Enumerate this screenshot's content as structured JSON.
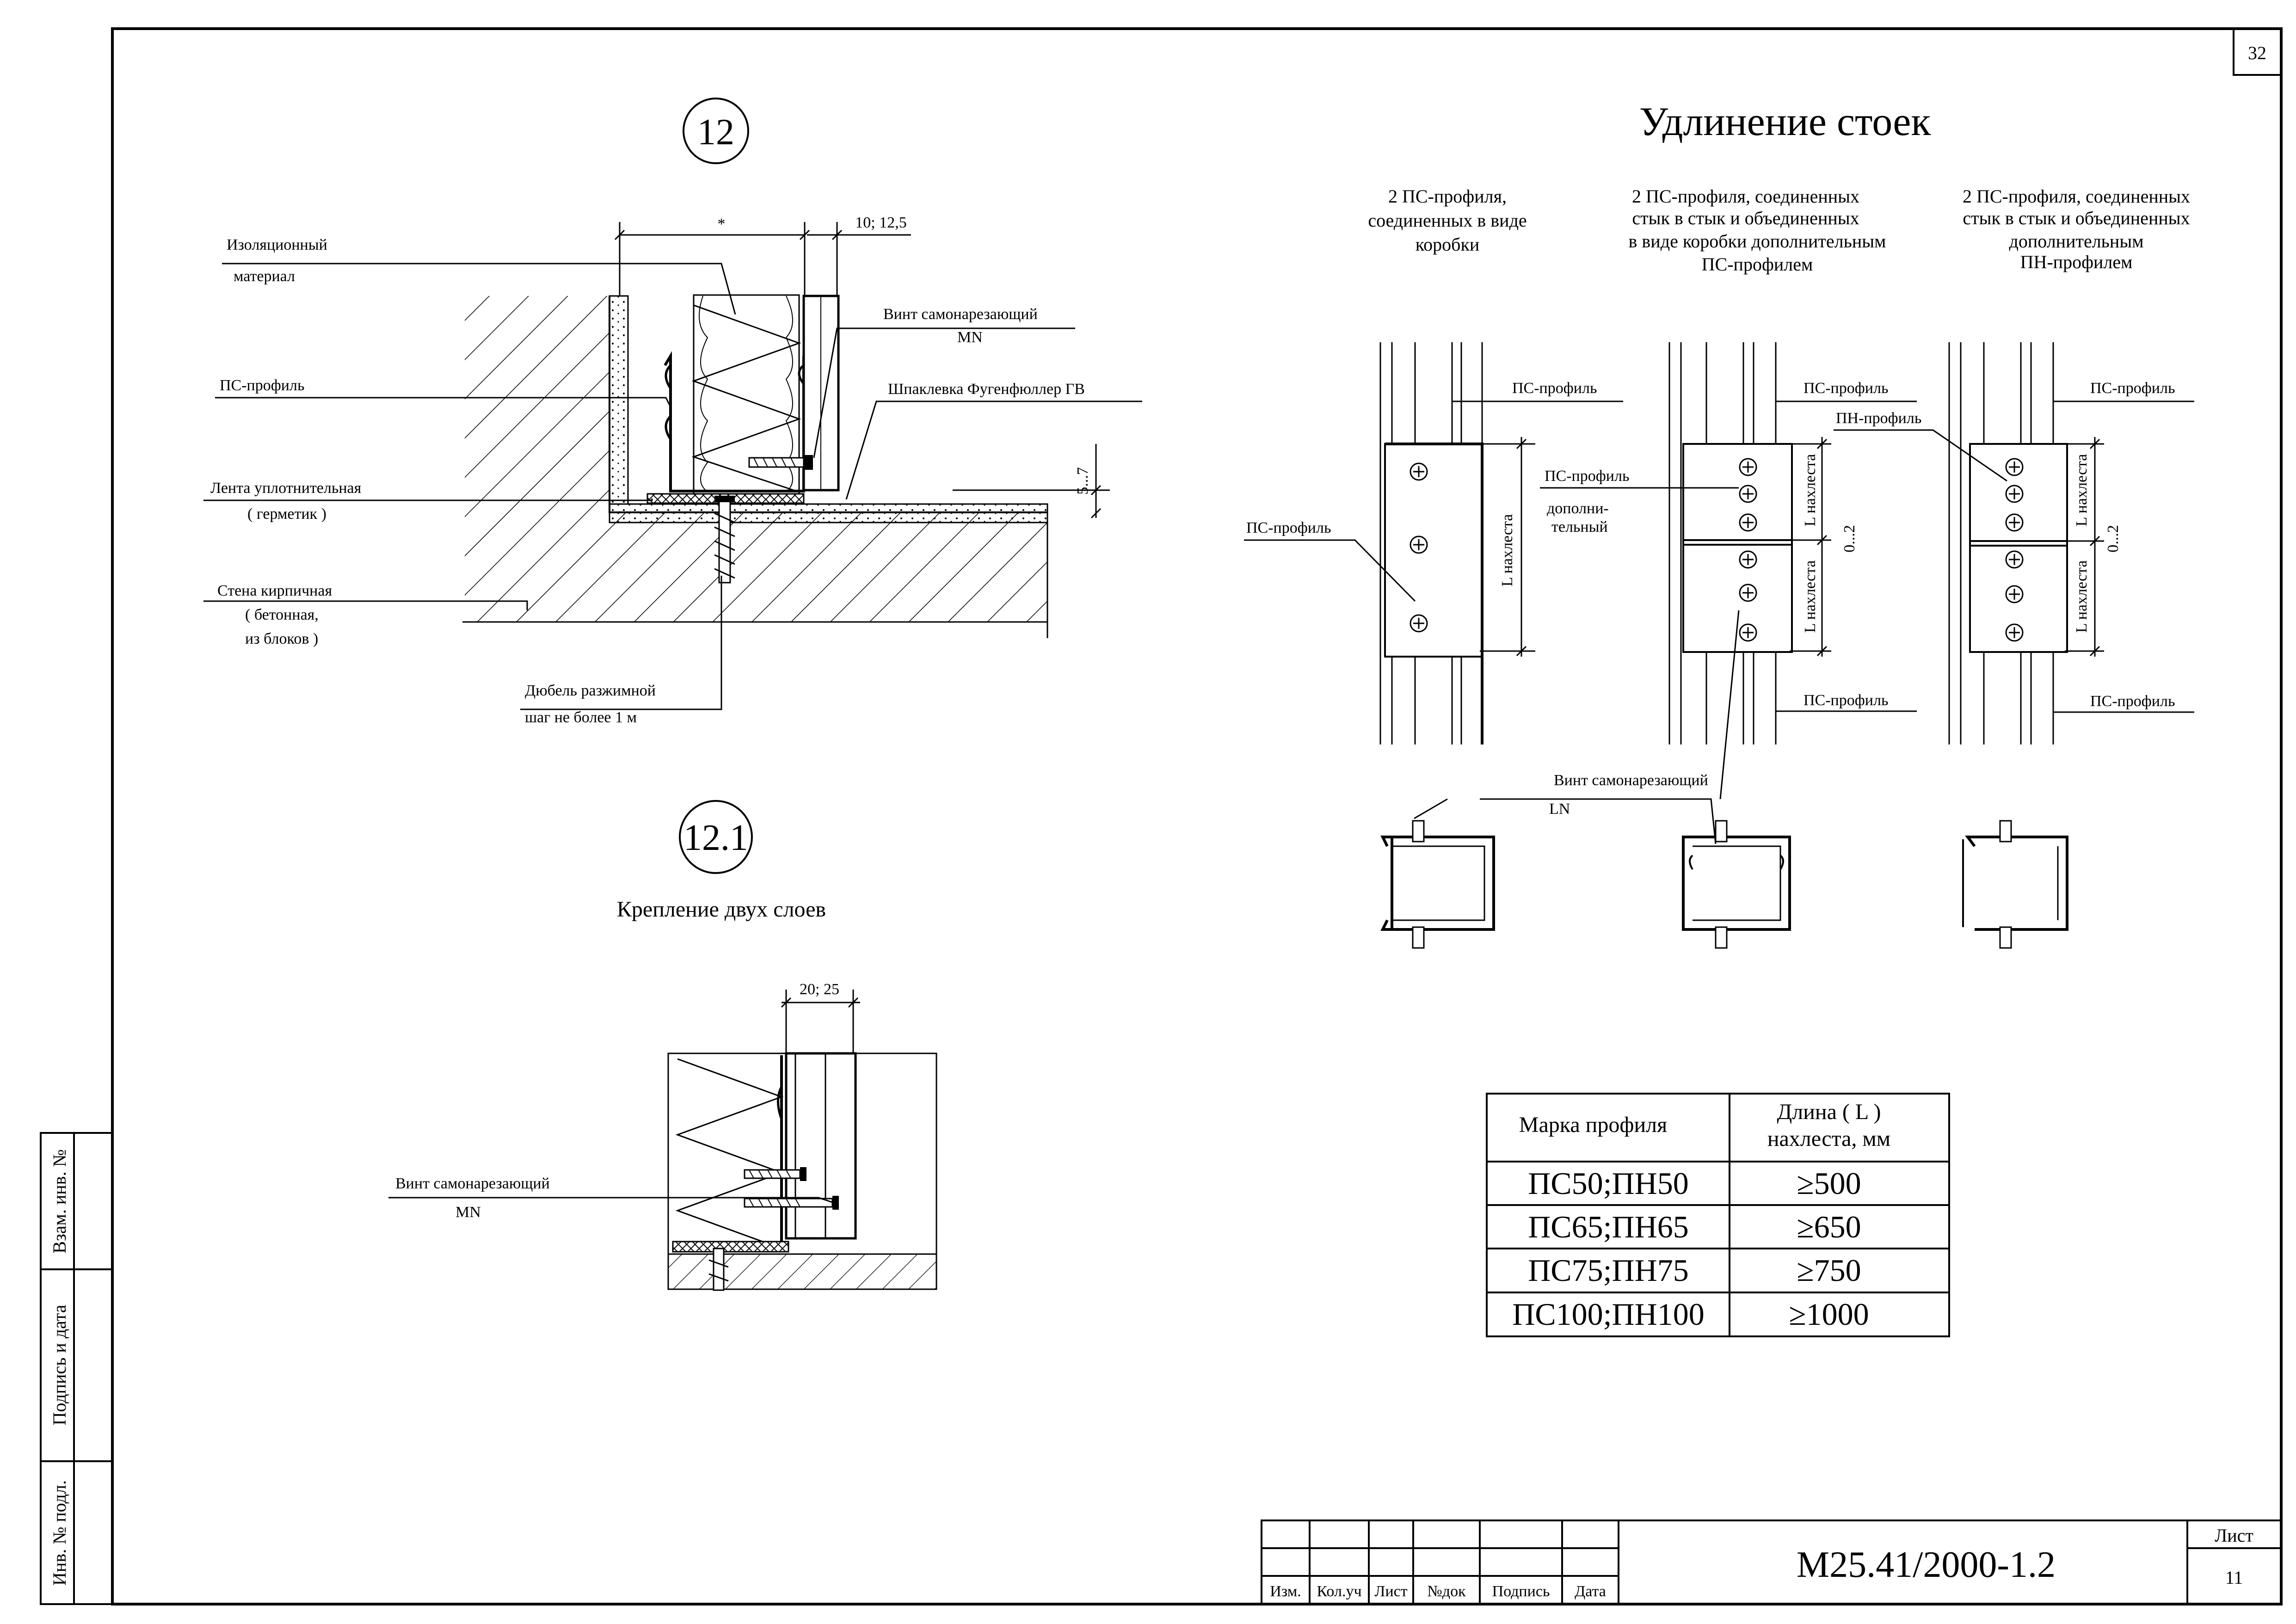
{
  "sheet_corner_number": "32",
  "detail12": {
    "number": "12",
    "dim_star": "*",
    "dim_top": "10; 12,5",
    "dim_side": "5...7",
    "label_insulation_1": "Изоляционный",
    "label_insulation_2": "материал",
    "label_ps_profile": "ПС-профиль",
    "label_tape_1": "Лента уплотнительная",
    "label_tape_2": "( герметик )",
    "label_wall_1": "Стена кирпичная",
    "label_wall_2": "( бетонная,",
    "label_wall_3": "из блоков )",
    "label_dowel_1": "Дюбель разжимной",
    "label_dowel_2": "шаг не более 1 м",
    "label_screw_1": "Винт самонарезающий",
    "label_screw_2": "MN",
    "label_putty": "Шпаклевка Фугенфюллер ГВ"
  },
  "detail121": {
    "number": "12.1",
    "caption": "Крепление двух слоев",
    "dim_top": "20; 25",
    "label_screw_1": "Винт самонарезающий",
    "label_screw_2": "MN"
  },
  "extension": {
    "title": "Удлинение стоек",
    "col1_1": "2 ПС-профиля,",
    "col1_2": "соединенных в виде",
    "col1_3": "коробки",
    "col2_1": "2 ПС-профиля, соединенных",
    "col2_2": "стык в стык и объединенных",
    "col2_3": "в виде коробки дополнительным",
    "col2_4": "ПС-профилем",
    "col3_1": "2 ПС-профиля, соединенных",
    "col3_2": "стык в стык и объединенных",
    "col3_3": "дополнительным",
    "col3_4": "ПН-профилем",
    "ps_profile": "ПС-профиль",
    "pn_profile": "ПН-профиль",
    "extra_1": "дополни-",
    "extra_2": "тельный",
    "l_overlap": "L нахлеста",
    "gap": "0...2",
    "screw_1": "Винт самонарезающий",
    "screw_2": "LN"
  },
  "table": {
    "header_col1": "Марка профиля",
    "header_col2_1": "Длина  ( L )",
    "header_col2_2": "нахлеста, мм",
    "rows": [
      {
        "mark": "ПС50;ПН50",
        "len": "≥500"
      },
      {
        "mark": "ПС65;ПН65",
        "len": "≥650"
      },
      {
        "mark": "ПС75;ПН75",
        "len": "≥750"
      },
      {
        "mark": "ПС100;ПН100",
        "len": "≥1000"
      }
    ]
  },
  "side_stamp": {
    "col1": "Взам. инв. №",
    "col2": "Подпись и дата",
    "col3": "Инв. № подл."
  },
  "title_block": {
    "code": "М25.41/2000-1.2",
    "sheet_label": "Лист",
    "sheet_number": "11",
    "cols": [
      "Изм.",
      "Кол.уч",
      "Лист",
      "№док",
      "Подпись",
      "Дата"
    ]
  }
}
